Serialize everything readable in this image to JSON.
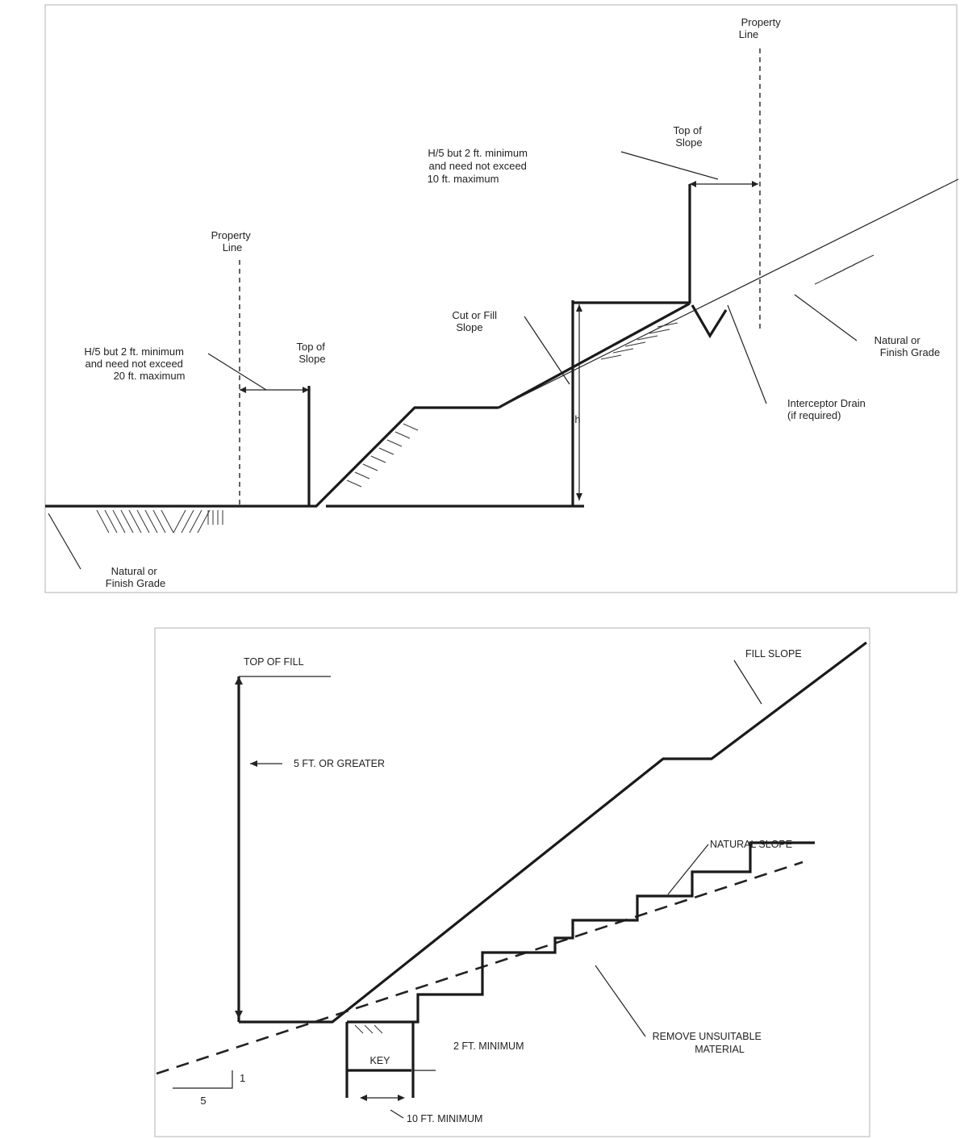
{
  "top_diagram": {
    "left_property_line": [
      "Property",
      "Line"
    ],
    "left_setback_note": [
      "H/5 but 2 ft. minimum",
      "and need not exceed",
      "20 ft. maximum"
    ],
    "left_top_of_slope": [
      "Top of",
      "Slope"
    ],
    "left_natural_grade": [
      "Natural or",
      "Finish Grade"
    ],
    "cut_fill_slope": [
      "Cut or Fill",
      "Slope"
    ],
    "height_label": "h",
    "right_setback_note": [
      "H/5 but 2 ft. minimum",
      "and need not exceed",
      "10 ft. maximum"
    ],
    "right_top_of_slope": [
      "Top of",
      "Slope"
    ],
    "right_property_line": [
      "Property",
      "Line"
    ],
    "right_natural_grade": [
      "Natural or",
      "Finish Grade"
    ],
    "interceptor_drain": [
      "Interceptor Drain",
      "(if required)"
    ]
  },
  "bottom_diagram": {
    "top_of_fill": "TOP OF FILL",
    "five_ft": "5 FT. OR GREATER",
    "fill_slope": "FILL SLOPE",
    "natural_slope": "NATURAL SLOPE",
    "remove_unsuitable": [
      "REMOVE UNSUITABLE",
      "MATERIAL"
    ],
    "two_ft_min": "2 FT. MINIMUM",
    "key": "KEY",
    "ten_ft_min": "10 FT. MINIMUM",
    "ratio_rise": "1",
    "ratio_run": "5"
  }
}
